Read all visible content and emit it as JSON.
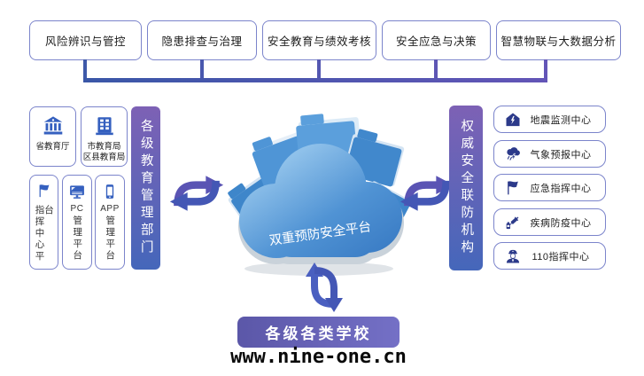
{
  "top_row": {
    "items": [
      {
        "label": "风险辨识与管控"
      },
      {
        "label": "隐患排查与治理"
      },
      {
        "label": "安全教育与绩效考核"
      },
      {
        "label": "安全应急与决策"
      },
      {
        "label": "智慧物联与大数据分析"
      }
    ]
  },
  "left_panel": {
    "bar_label": "各级教育管理部门",
    "gov_boxes": [
      {
        "icon": "government-building-icon",
        "lines": [
          "省教育厅",
          ""
        ]
      },
      {
        "icon": "office-building-icon",
        "lines": [
          "市教育局",
          "区县教育局"
        ]
      }
    ],
    "platform_boxes": [
      {
        "icon": "flag-icon",
        "latin": "",
        "vertical_label": "指挥中心平台"
      },
      {
        "icon": "desktop-monitor-icon",
        "latin": "PC",
        "vertical_label": "管理平台"
      },
      {
        "icon": "smartphone-icon",
        "latin": "APP",
        "vertical_label": "管理平台"
      }
    ]
  },
  "center": {
    "cloud_label": "双重预防安全平台"
  },
  "right_panel": {
    "bar_label": "权威安全联防机构",
    "boxes": [
      {
        "icon": "earthquake-house-icon",
        "label": "地震监测中心"
      },
      {
        "icon": "storm-cloud-icon",
        "label": "气象预报中心"
      },
      {
        "icon": "flag-icon",
        "label": "应急指挥中心"
      },
      {
        "icon": "syringe-icon",
        "label": "疾病防疫中心"
      },
      {
        "icon": "police-officer-icon",
        "label": "110指挥中心"
      }
    ]
  },
  "bottom": {
    "school_label": "各级各类学校",
    "website": "www.nine-one.cn"
  },
  "colors": {
    "bracket_blue": "#3a57a7",
    "bracket_purple": "#6355b7",
    "bar_gradient_top": "#7d61b5",
    "bar_gradient_bottom": "#4567ba",
    "box_border": "#7b84cb",
    "icon_blue": "#3560bf",
    "icon_navy": "#2c3a8a",
    "cloud_blue": "#4788cd",
    "school_gradient_left": "#5b57a8",
    "school_gradient_right": "#7470c6"
  }
}
